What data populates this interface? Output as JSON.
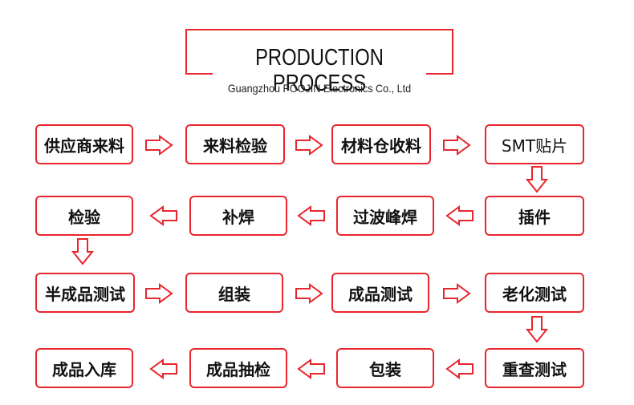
{
  "header": {
    "title": "PRODUCTION PROCESS",
    "subtitle": "Guangzhou POOJIN Electronics Co., Ltd"
  },
  "steps": [
    "供应商来料",
    "来料检验",
    "材料仓收料",
    "SMT贴片",
    "插件",
    "过波峰焊",
    "补焊",
    "检验",
    "半成品测试",
    "组装",
    "成品测试",
    "老化测试",
    "重查测试",
    "包装",
    "成品抽检",
    "成品入库"
  ],
  "colors": {
    "accent": "#e8262d",
    "text": "#111111",
    "background": "#ffffff"
  }
}
